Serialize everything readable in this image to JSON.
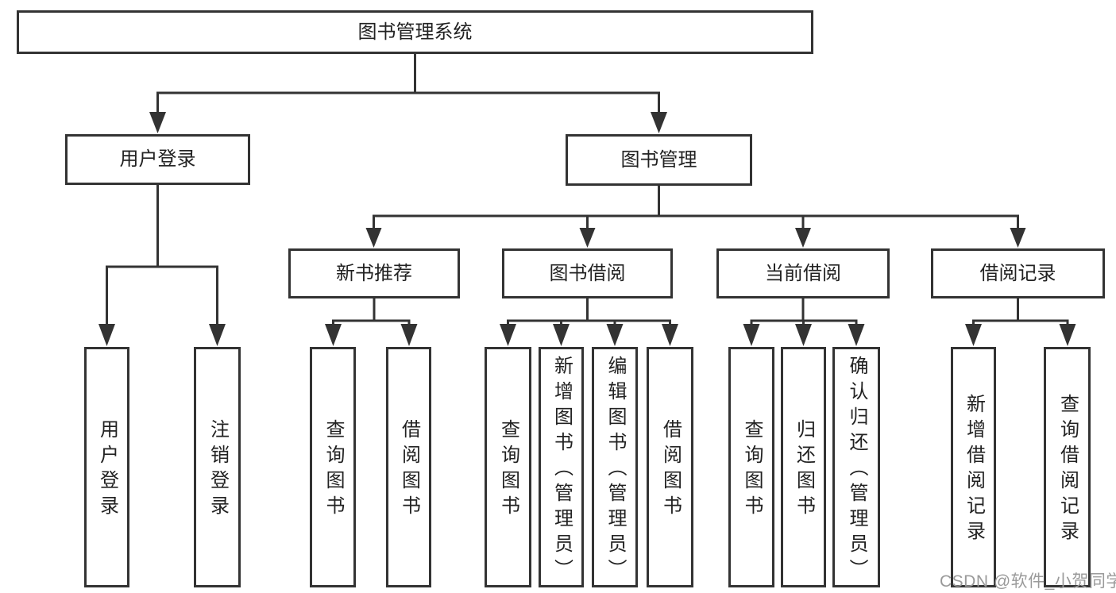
{
  "tree": {
    "root": {
      "label": "图书管理系统",
      "children": [
        {
          "label": "用户登录",
          "children": [
            {
              "label": "用户登录"
            },
            {
              "label": "注销登录"
            }
          ]
        },
        {
          "label": "图书管理",
          "children": [
            {
              "label": "新书推荐",
              "children": [
                {
                  "label": "查询图书"
                },
                {
                  "label": "借阅图书"
                }
              ]
            },
            {
              "label": "图书借阅",
              "children": [
                {
                  "label": "查询图书"
                },
                {
                  "label": "新增图书（管理员）"
                },
                {
                  "label": "编辑图书（管理员）"
                },
                {
                  "label": "借阅图书"
                }
              ]
            },
            {
              "label": "当前借阅",
              "children": [
                {
                  "label": "查询图书"
                },
                {
                  "label": "归还图书"
                },
                {
                  "label": "确认归还（管理员）"
                }
              ]
            },
            {
              "label": "借阅记录",
              "children": [
                {
                  "label": "新增借阅记录"
                },
                {
                  "label": "查询借阅记录"
                }
              ]
            }
          ]
        }
      ]
    }
  },
  "watermark": {
    "text": "CSDN @软件_小贺同学"
  },
  "colors": {
    "line": "#333333",
    "text": "#222222",
    "watermark": "#9a9a9a",
    "background": "#ffffff"
  }
}
